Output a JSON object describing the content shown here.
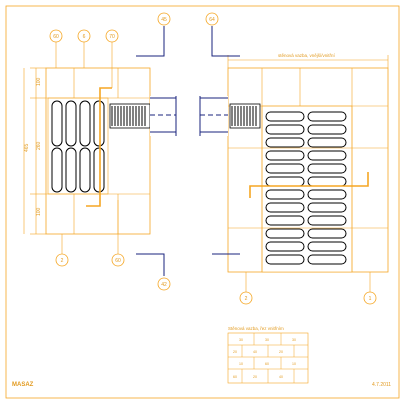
{
  "brand": "MASAZ",
  "date": "4.7.2011",
  "dimensions": {
    "top": "100",
    "middle": "260",
    "bottom": "100",
    "total": "465"
  },
  "callouts": {
    "left_top_1": "60",
    "left_top_2": "6",
    "left_top_3": "70",
    "section_left_top": "45",
    "section_right_top": "64",
    "left_bottom_2": "2",
    "left_bottom_mid": "60",
    "section_bottom": "42",
    "right_bottom_2": "2",
    "right_bottom_1": "1"
  },
  "elevation_label": "stěnová vazba, vnější/vnitřní",
  "legend": {
    "title": "Stěnová vazba, řez vnitřním",
    "rows": [
      [
        "30",
        "30",
        "30"
      ],
      [
        "20",
        "40",
        "20"
      ],
      [
        "10",
        "60",
        "10"
      ],
      [
        "60",
        "20",
        "40"
      ]
    ]
  },
  "colors": {
    "accent": "#f5a623",
    "ink": "#000000",
    "section": "#1a237e"
  }
}
